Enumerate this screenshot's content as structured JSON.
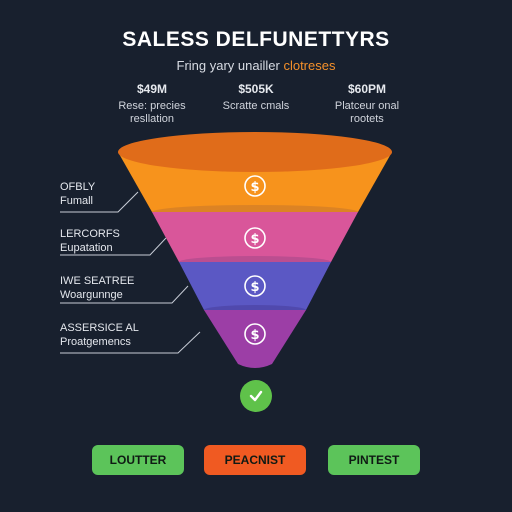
{
  "header": {
    "title": "SALESS DELFUNETTYRS",
    "subtitle_main": "Fring yary unailler ",
    "subtitle_accent": "clotreses"
  },
  "stats": [
    {
      "value": "$49M",
      "line1": "Rese: precies",
      "line2": "resllation"
    },
    {
      "value": "$505K",
      "line1": "Scratte cmals",
      "line2": ""
    },
    {
      "value": "$60PM",
      "line1": "Platceur onal",
      "line2": "rootets"
    }
  ],
  "stages": [
    {
      "line1": "OFBLY",
      "line2": "Fumall",
      "color": "#f7931c",
      "icon": "dollar-icon"
    },
    {
      "line1": "LERCORFS",
      "line2": "Eupatation",
      "color": "#d9569a",
      "icon": "dollar-icon"
    },
    {
      "line1": "IWE SEATREE",
      "line2": "Woargunnge",
      "color": "#5b58c4",
      "icon": "dollar-icon"
    },
    {
      "line1": "ASSERSICE AL",
      "line2": "Proatgemencs",
      "color": "#9c3ea6",
      "icon": "dollar-icon"
    }
  ],
  "buttons": [
    {
      "label": "LOUTTER",
      "color": "#5cc45a"
    },
    {
      "label": "PEACNIST",
      "color": "#f05a22"
    },
    {
      "label": "PINTEST",
      "color": "#5cc45a"
    }
  ],
  "colors": {
    "background": "#18202e",
    "funnel_rim": "#e06c1a",
    "check": "#5fc24a"
  }
}
